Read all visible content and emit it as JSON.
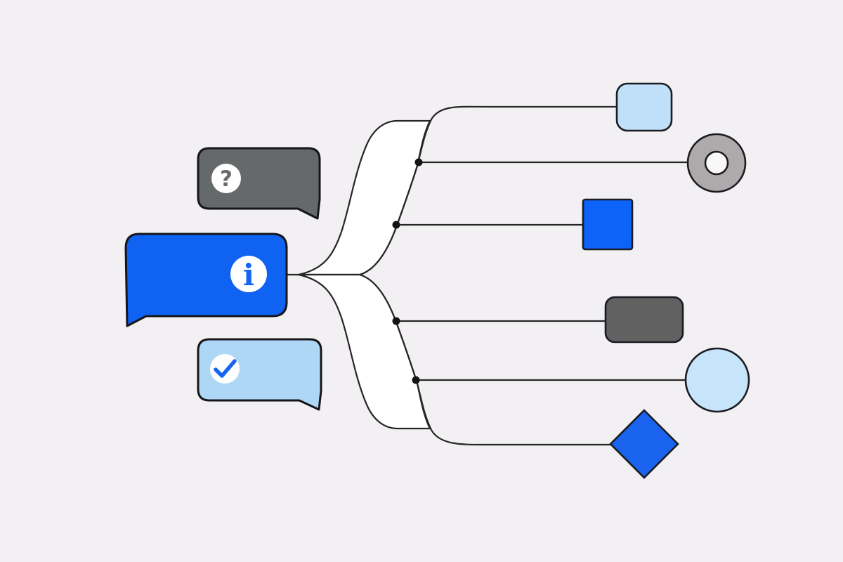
{
  "illustration": {
    "description": "Decorative flow diagram: three chat message bubbles on the left, with the blue info bubble branching through two white ribbon connectors into six shape nodes on the right",
    "background_color": "#f2f0f2",
    "connector_color": "#262626",
    "ribbon_fill": "#ffffff",
    "junction_dot_color": "#141414",
    "bubbles": {
      "question": {
        "name": "question-bubble",
        "fill": "#66696a",
        "badge_fill": "#ffffff",
        "glyph": "?",
        "glyph_color": "#6a6a6a",
        "icon": "question-mark-icon"
      },
      "info": {
        "name": "info-bubble",
        "fill": "#1062f2",
        "badge_fill": "#ffffff",
        "glyph": "i",
        "glyph_color": "#1565f0",
        "icon": "info-icon"
      },
      "check": {
        "name": "check-bubble",
        "fill": "#aed7f5",
        "badge_fill": "#ffffff",
        "check_color": "#1565f0",
        "icon": "checkmark-icon"
      }
    },
    "nodes": {
      "rounded_square": {
        "name": "rounded-square-node",
        "fill": "#bfe0f8"
      },
      "donut": {
        "name": "donut-node",
        "fill": "#aeaaab",
        "hole_fill": "#f9f7f8"
      },
      "square": {
        "name": "square-node",
        "fill": "#0d63f7"
      },
      "rectangle": {
        "name": "rectangle-node",
        "fill": "#616161"
      },
      "circle": {
        "name": "circle-node",
        "fill": "#c6e4fa"
      },
      "diamond": {
        "name": "diamond-node",
        "fill": "#1a63ee"
      }
    }
  }
}
